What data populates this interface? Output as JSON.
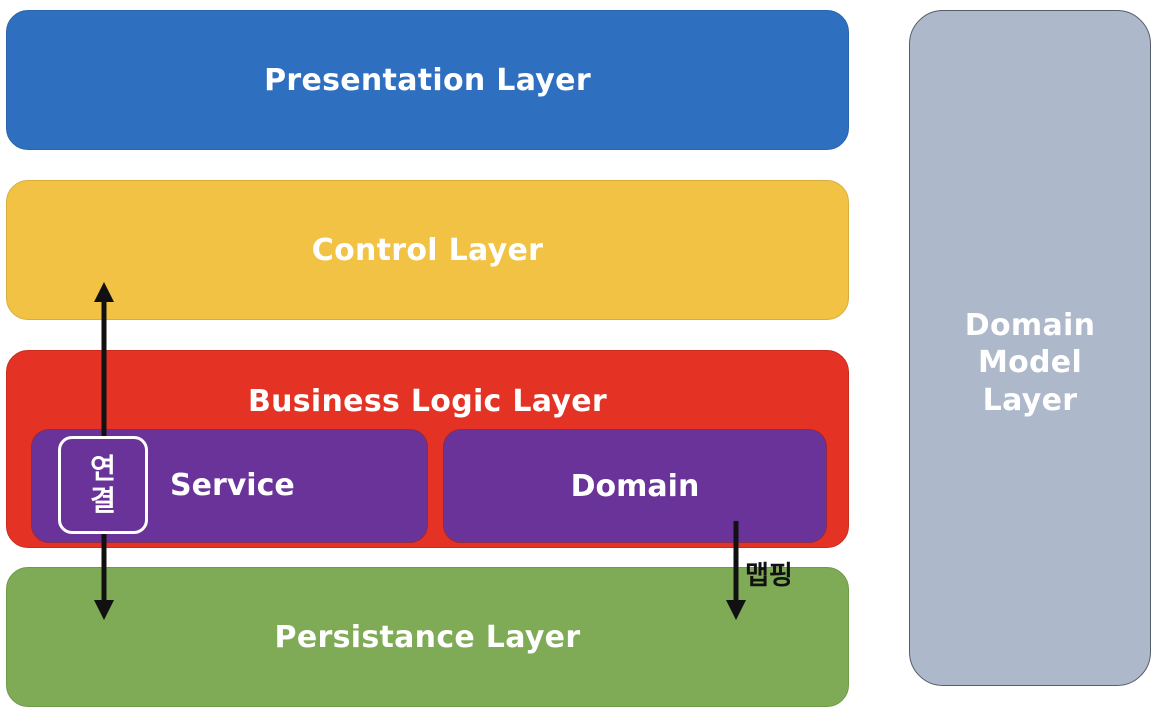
{
  "layers": {
    "presentation": "Presentation Layer",
    "control": "Control Layer",
    "business": "Business Logic Layer",
    "persistence": "Persistance Layer",
    "domain_model": [
      "Domain",
      "Model",
      "Layer"
    ]
  },
  "business_components": {
    "service": "Service",
    "domain": "Domain"
  },
  "annotations": {
    "connect_chars": [
      "연",
      "결"
    ],
    "mapping": "맵핑"
  },
  "colors": {
    "presentation": "#2f6fc0",
    "control": "#f2c244",
    "business": "#e43324",
    "component": "#6a3399",
    "persistence": "#7faa56",
    "domain_model": "#adb8ca",
    "arrow": "#111111"
  }
}
